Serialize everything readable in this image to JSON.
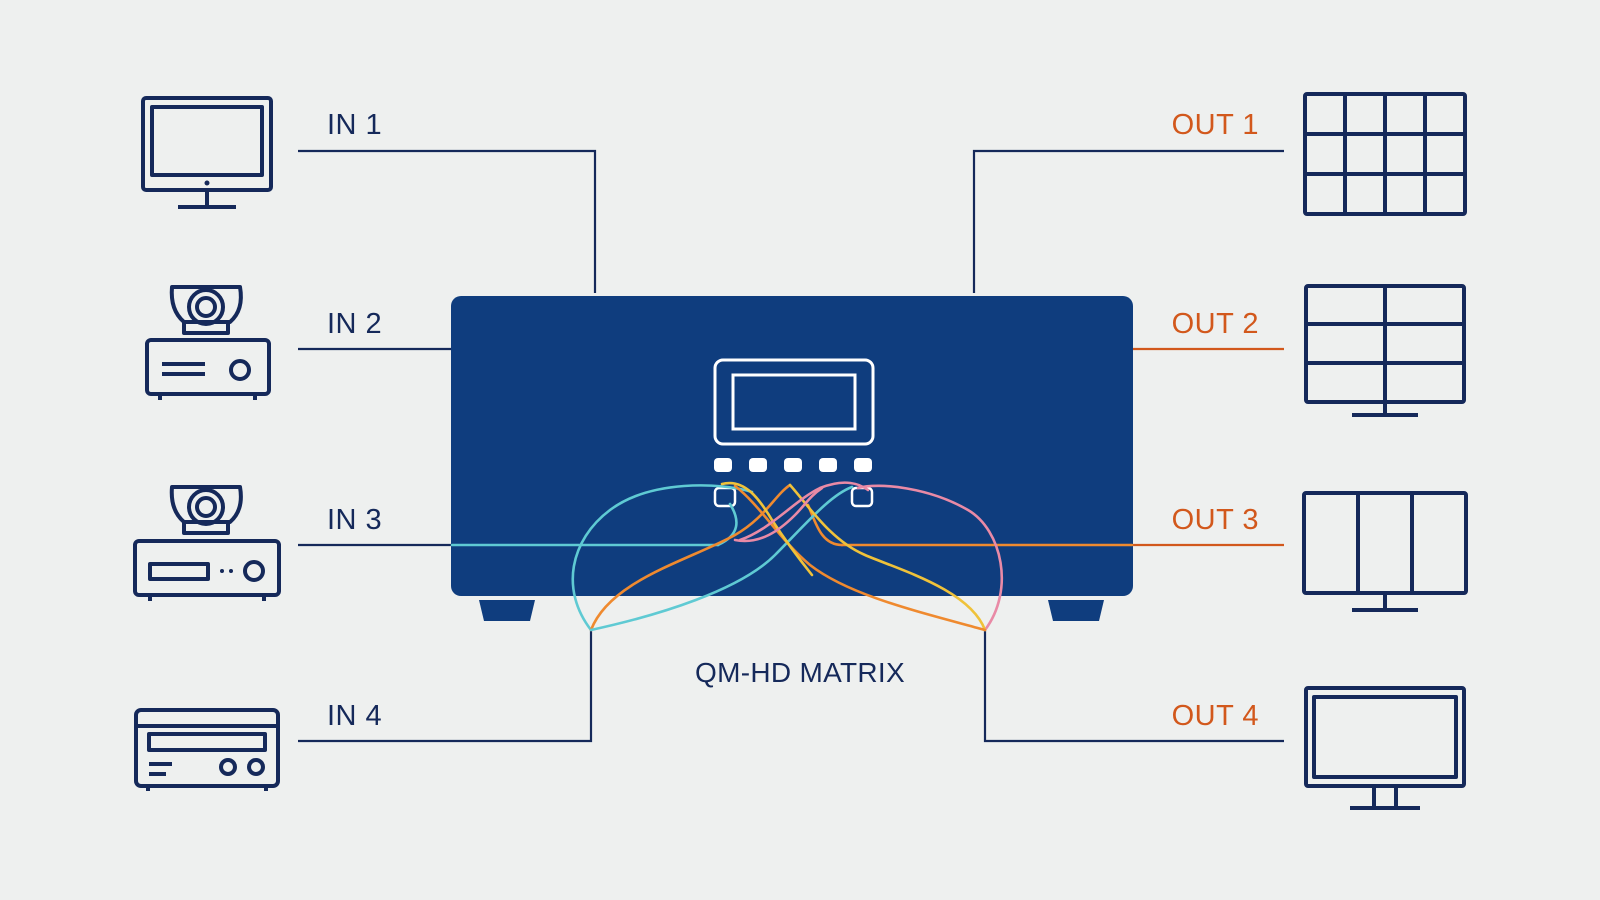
{
  "device": {
    "label": "QM-HD MATRIX"
  },
  "inputs": [
    {
      "label": "IN 1",
      "icon": "desktop-monitor-icon"
    },
    {
      "label": "IN 2",
      "icon": "ptz-camera-icon"
    },
    {
      "label": "IN 3",
      "icon": "ptz-camera-icon"
    },
    {
      "label": "IN 4",
      "icon": "av-receiver-icon"
    }
  ],
  "outputs": [
    {
      "label": "OUT 1",
      "icon": "video-wall-3x4-icon"
    },
    {
      "label": "OUT 2",
      "icon": "video-wall-3x2-icon"
    },
    {
      "label": "OUT 3",
      "icon": "video-wall-3x1-icon"
    },
    {
      "label": "OUT 4",
      "icon": "display-monitor-icon"
    }
  ],
  "colors": {
    "background": "#eef0ef",
    "device_body": "#0f3d7e",
    "line_navy": "#15295a",
    "output_accent": "#d2581c",
    "route_cyan": "#5fcad3",
    "route_orange": "#ef8a2f",
    "route_yellow": "#efc23a",
    "route_pink": "#e98aa6"
  }
}
